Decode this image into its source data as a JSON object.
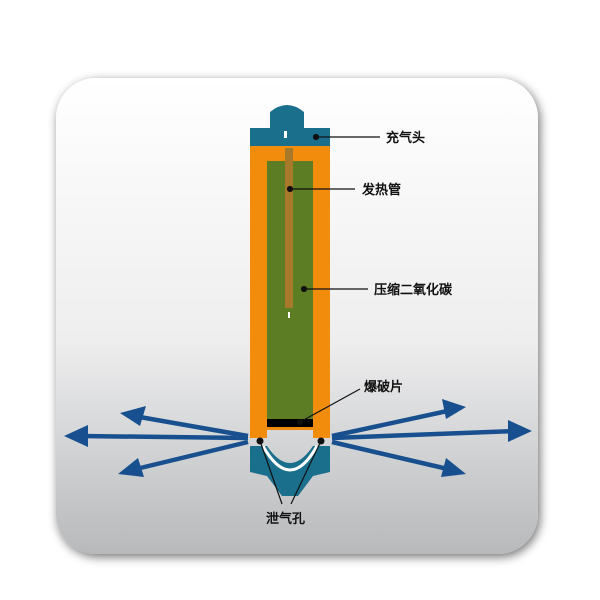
{
  "labels": {
    "inflation_head": "充气头",
    "heating_tube": "发热管",
    "compressed_co2": "压缩二氧化碳",
    "burst_disc": "爆破片",
    "vent_holes": "泄气孔"
  },
  "colors": {
    "card_top": "#ffffff",
    "card_bottom": "#b9bbbd",
    "cylinder_shell": "#f28c0c",
    "co2_fill": "#5c7d24",
    "heating_tube": "#a9792a",
    "head_teal": "#1a6f8c",
    "burst_disc": "#000000",
    "arrow_blue": "#18508f"
  }
}
